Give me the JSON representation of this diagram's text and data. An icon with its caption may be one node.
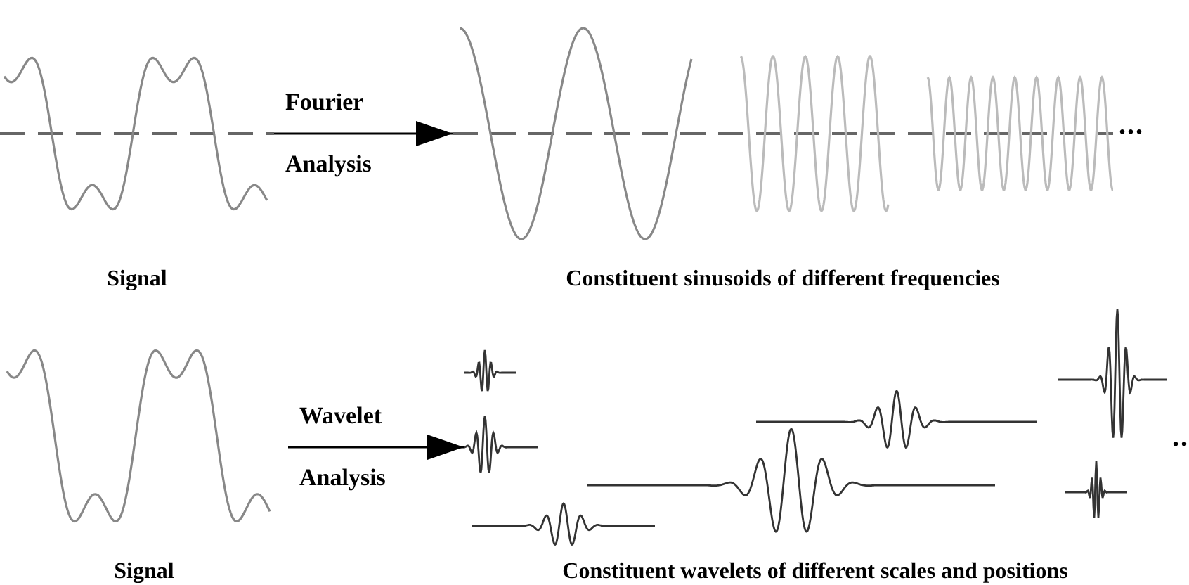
{
  "diagram": {
    "nodes": [
      {
        "text": [
          "Signal"
        ]
      },
      {
        "text": [
          "Constituent sinusoids of different frequencies"
        ],
        "beside": [
          "..."
        ]
      },
      {
        "text": [
          "Signal"
        ]
      },
      {
        "text": [
          "Constituent wavelets of different scales and positions"
        ],
        "beside": [
          ".."
        ]
      }
    ],
    "edges": [
      {
        "from": 0,
        "to": 1,
        "arrow": "to",
        "label": "Fourier Analysis"
      },
      {
        "from": 2,
        "to": 3,
        "arrow": "to",
        "label": "Wavelet Analysis"
      }
    ]
  }
}
